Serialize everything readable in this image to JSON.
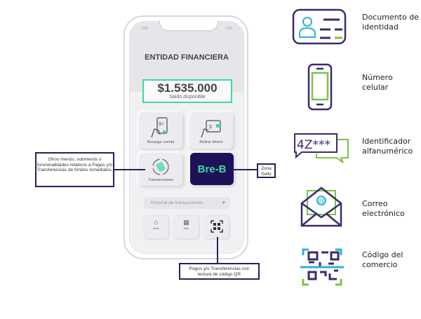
{
  "phone": {
    "status_time": "3:03",
    "status_network": "LTE",
    "title": "ENTIDAD FINANCIERA",
    "balance": {
      "amount": "$1.535.000",
      "label": "Saldo disponible"
    },
    "tiles": [
      {
        "label": "Recarga cuenta",
        "icon": "phone-hand-dollar-icon"
      },
      {
        "label": "Retirar dinero",
        "icon": "wallet-hand-dollar-icon"
      },
      {
        "label": "Transacciones",
        "icon": "transfer-cycle-icon"
      },
      {
        "label": "Bre-B",
        "icon": "bre-b-logo"
      }
    ],
    "dropdown": {
      "value": "Historial de transacciones"
    },
    "nav": [
      {
        "label": "Inicio",
        "icon": "home-icon"
      },
      {
        "label": "Más",
        "icon": "grid-icon"
      },
      {
        "label": "",
        "icon": "qr-scan-icon"
      }
    ]
  },
  "callouts": {
    "menus": "Otros menús, submenús o funcionalidades relativos a Pagos y/o Transferencias de fondos inmediatos.",
    "sello": "Zona Sello",
    "qr": "Pagos y/o Transferencias con lectura de código QR"
  },
  "legend": [
    {
      "label": "Documento de identidad",
      "icon": "id-card-icon"
    },
    {
      "label": "Número celular",
      "icon": "mobile-phone-icon"
    },
    {
      "label": "Identificador alfanumérico",
      "icon": "chat-alias-icon",
      "icon_text": "4Z***"
    },
    {
      "label": "Correo electrónico",
      "icon": "envelope-email-icon"
    },
    {
      "label": "Código del comercio",
      "icon": "qr-code-icon"
    }
  ],
  "colors": {
    "purple": "#3b2a6e",
    "green": "#7dc242",
    "teal": "#2fb0d8",
    "accent_box": "#3dd99a",
    "breb_bg": "#1e1158"
  }
}
